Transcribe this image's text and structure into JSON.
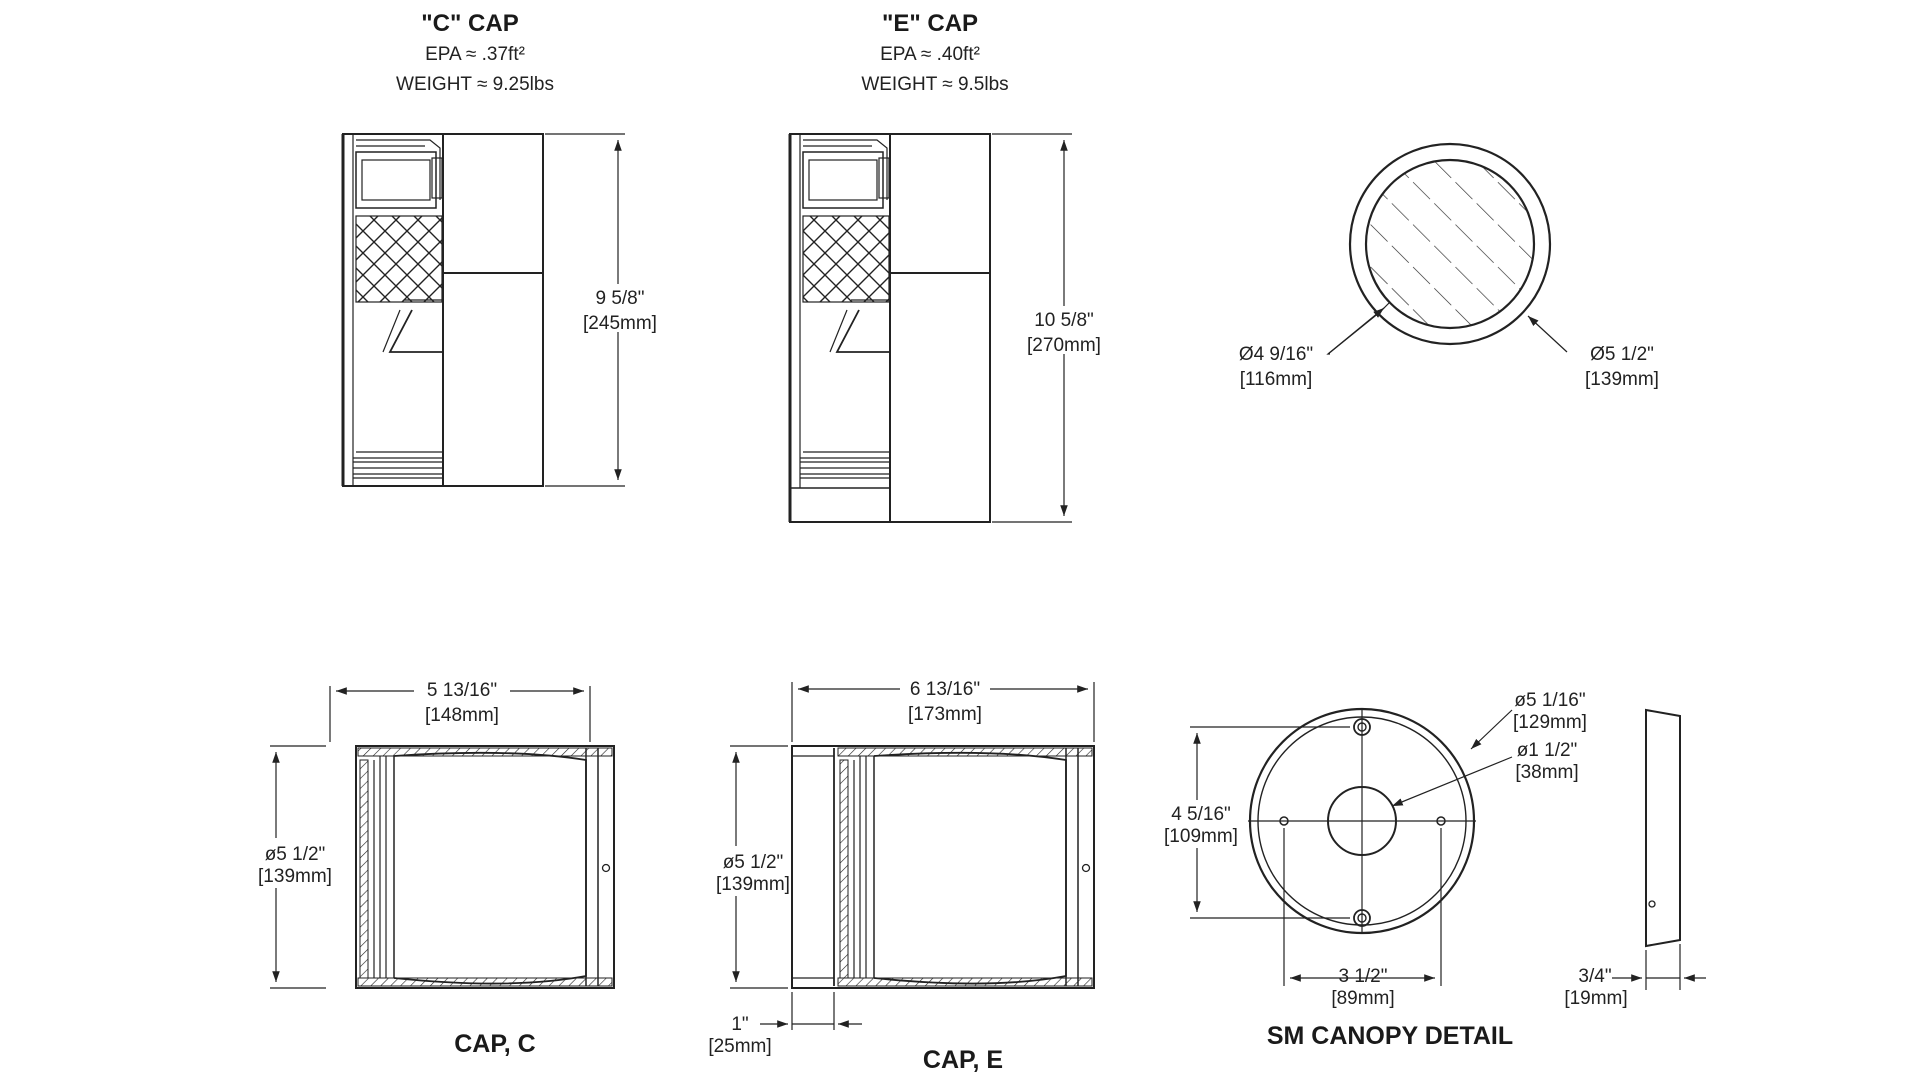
{
  "cap_c": {
    "title": "\"C\" CAP",
    "epa": "EPA  ≈ .37ft²",
    "weight": "WEIGHT ≈ 9.25lbs",
    "height_in": "9 5/8\"",
    "height_mm": "[245mm]",
    "width_in": "5 13/16\"",
    "width_mm": "[148mm]",
    "dia_in": "ø5 1/2\"",
    "dia_mm": "[139mm]",
    "label": "CAP, C"
  },
  "cap_e": {
    "title": "\"E\" CAP",
    "epa": "EPA ≈ .40ft²",
    "weight": "WEIGHT ≈  9.5lbs",
    "height_in": "10 5/8\"",
    "height_mm": "[270mm]",
    "width_in": "6 13/16\"",
    "width_mm": "[173mm]",
    "dia_in": "ø5 1/2\"",
    "dia_mm": "[139mm]",
    "offset_in": "1\"",
    "offset_mm": "[25mm]",
    "label": "CAP, E"
  },
  "section": {
    "inner_in": "Ø4 9/16\"",
    "inner_mm": "[116mm]",
    "outer_in": "Ø5 1/2\"",
    "outer_mm": "[139mm]"
  },
  "canopy": {
    "outer_in": "ø5 1/16\"",
    "outer_mm": "[129mm]",
    "hole_in": "ø1 1/2\"",
    "hole_mm": "[38mm]",
    "vert_in": "4 5/16\"",
    "vert_mm": "[109mm]",
    "horiz_in": "3 1/2\"",
    "horiz_mm": "[89mm]",
    "depth_in": "3/4\"",
    "depth_mm": "[19mm]",
    "label": "SM CANOPY DETAIL"
  }
}
